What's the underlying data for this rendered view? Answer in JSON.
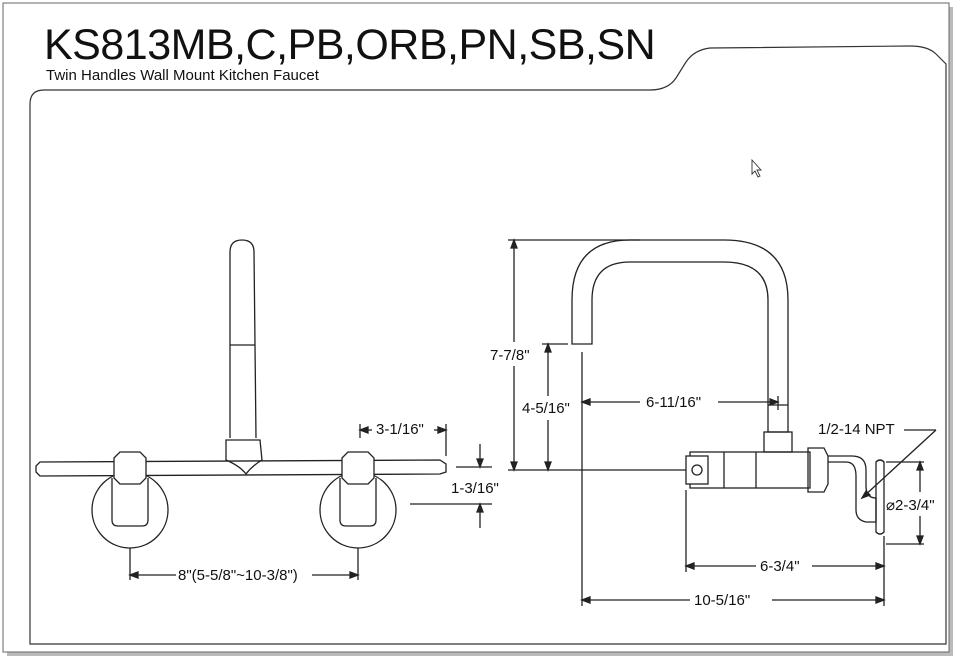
{
  "header": {
    "model_numbers": "KS813MB,C,PB,ORB,PN,SB,SN",
    "description": "Twin Handles Wall Mount Kitchen Faucet"
  },
  "front_view": {
    "dim_handle_height": "3-1/16\"",
    "dim_flange_offset": "1-3/16\"",
    "dim_center_spread": "8\"(5-5/8\"~10-3/8\")"
  },
  "side_view": {
    "dim_overall_height": "7-7/8\"",
    "dim_spout_clearance": "4-5/16\"",
    "dim_spout_reach": "6-11/16\"",
    "dim_inlet_thread": "1/2-14 NPT",
    "dim_flange_diameter": "⌀2-3/4\"",
    "dim_inlet_projection": "6-3/4\"",
    "dim_overall_depth": "10-5/16\""
  },
  "colors": {
    "line": "#222222",
    "frame": "#444444",
    "background": "#ffffff"
  }
}
